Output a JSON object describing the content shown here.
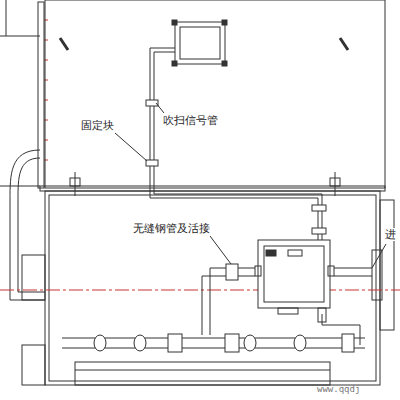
{
  "diagram": {
    "labels": [
      "固定块",
      "吹扫信号管",
      "无缝钢管及活接",
      "进",
      "www.qqdj"
    ]
  }
}
